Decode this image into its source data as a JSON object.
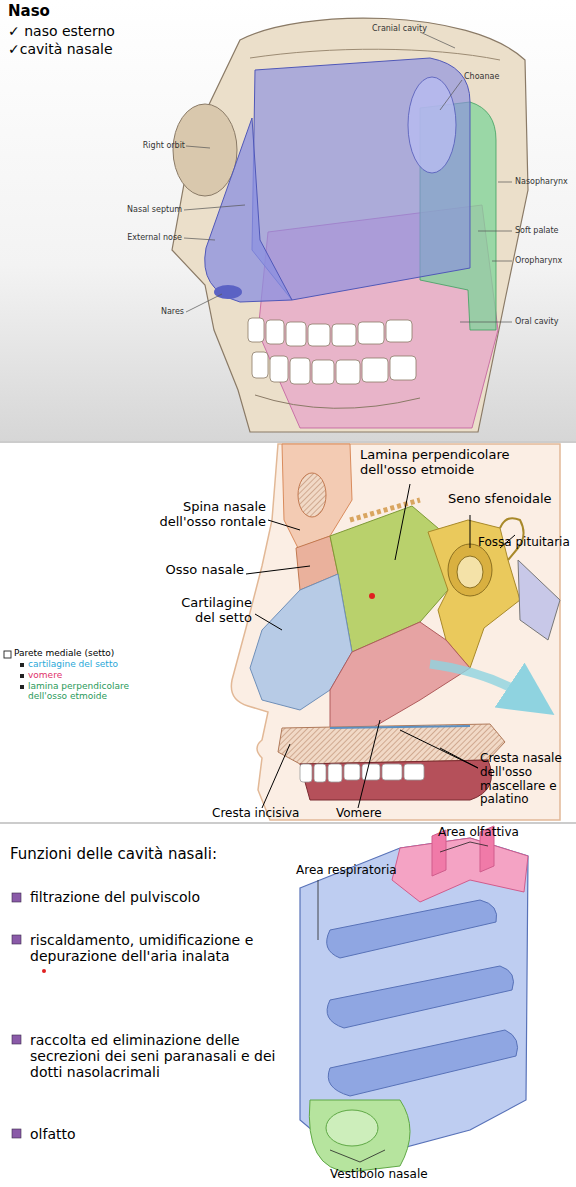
{
  "diagram": {
    "title": "Naso",
    "labels": [
      "✓ naso esterno",
      "✓cavità nasale",
      "Cranial cavity",
      "Choanae",
      "Right orbit",
      "Nasal septum",
      "Nasopharynx",
      "External nose",
      "Soft palate",
      "Oropharynx",
      "Nares",
      "Oral cavity",
      "Lamina perpendicolare dell'osso etmoide",
      "Seno sfenoidale",
      "Fossa pituitaria",
      "Spina nasale dell'osso rontale",
      "Osso nasale",
      "Cartilagine del setto",
      "Parete mediale (setto)",
      "cartilagine del setto",
      "vomere",
      "lamina perpendicolare dell'osso etmoide",
      "Cresta nasale dell'osso mascellare e palatino",
      "Cresta incisiva",
      "Vomere",
      "Funzioni delle cavità nasali:",
      "filtrazione del pulviscolo",
      "riscaldamento, umidificazione e depurazione dell'aria inalata",
      "raccolta ed eliminazione delle secrezioni dei seni paranasali e dei dotti nasolacrimali",
      "olfatto",
      "Area olfattiva",
      "Area respiratoria",
      "Vestibolo nasale"
    ]
  }
}
